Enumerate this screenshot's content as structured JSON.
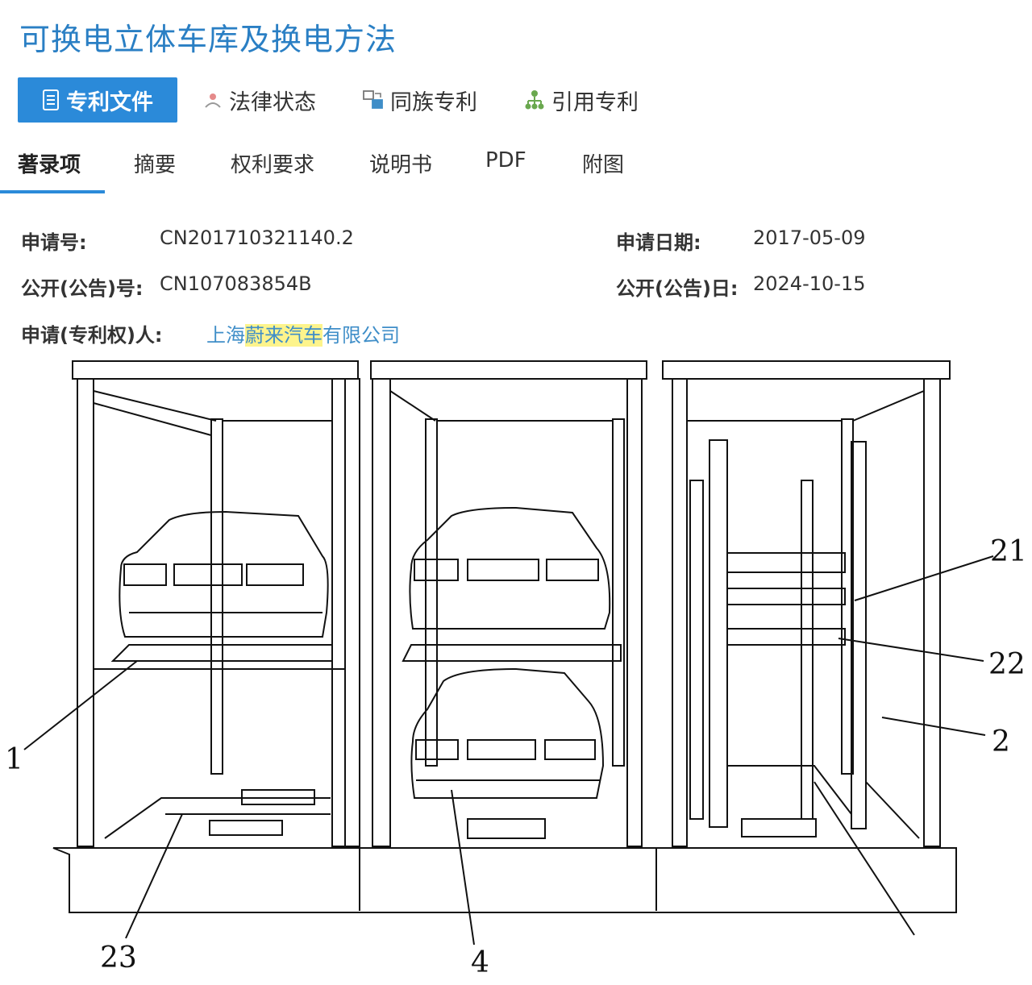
{
  "title": "可换电立体车库及换电方法",
  "main_tabs": [
    {
      "label": "专利文件",
      "icon": "document-icon"
    },
    {
      "label": "法律状态",
      "icon": "gavel-icon"
    },
    {
      "label": "同族专利",
      "icon": "family-icon"
    },
    {
      "label": "引用专利",
      "icon": "citation-tree-icon"
    }
  ],
  "sub_tabs": [
    "著录项",
    "摘要",
    "权利要求",
    "说明书",
    "PDF",
    "附图"
  ],
  "fields": {
    "application_no_label": "申请号:",
    "application_no": "CN201710321140.2",
    "application_date_label": "申请日期:",
    "application_date": "2017-05-09",
    "publication_no_label": "公开(公告)号:",
    "publication_no": "CN107083854B",
    "publication_date_label": "公开(公告)日:",
    "publication_date": "2024-10-15",
    "applicant_label": "申请(专利权)人:",
    "applicant_part1": "上海",
    "applicant_highlight": "蔚来汽车",
    "applicant_part2": "有限公司"
  },
  "figure": {
    "callouts": [
      "21",
      "22",
      "2",
      "1",
      "23",
      "4"
    ]
  },
  "colors": {
    "accent": "#2b8ad9",
    "title": "#2a7fc4",
    "link": "#3f8ec8",
    "highlight": "#fdf48c"
  }
}
